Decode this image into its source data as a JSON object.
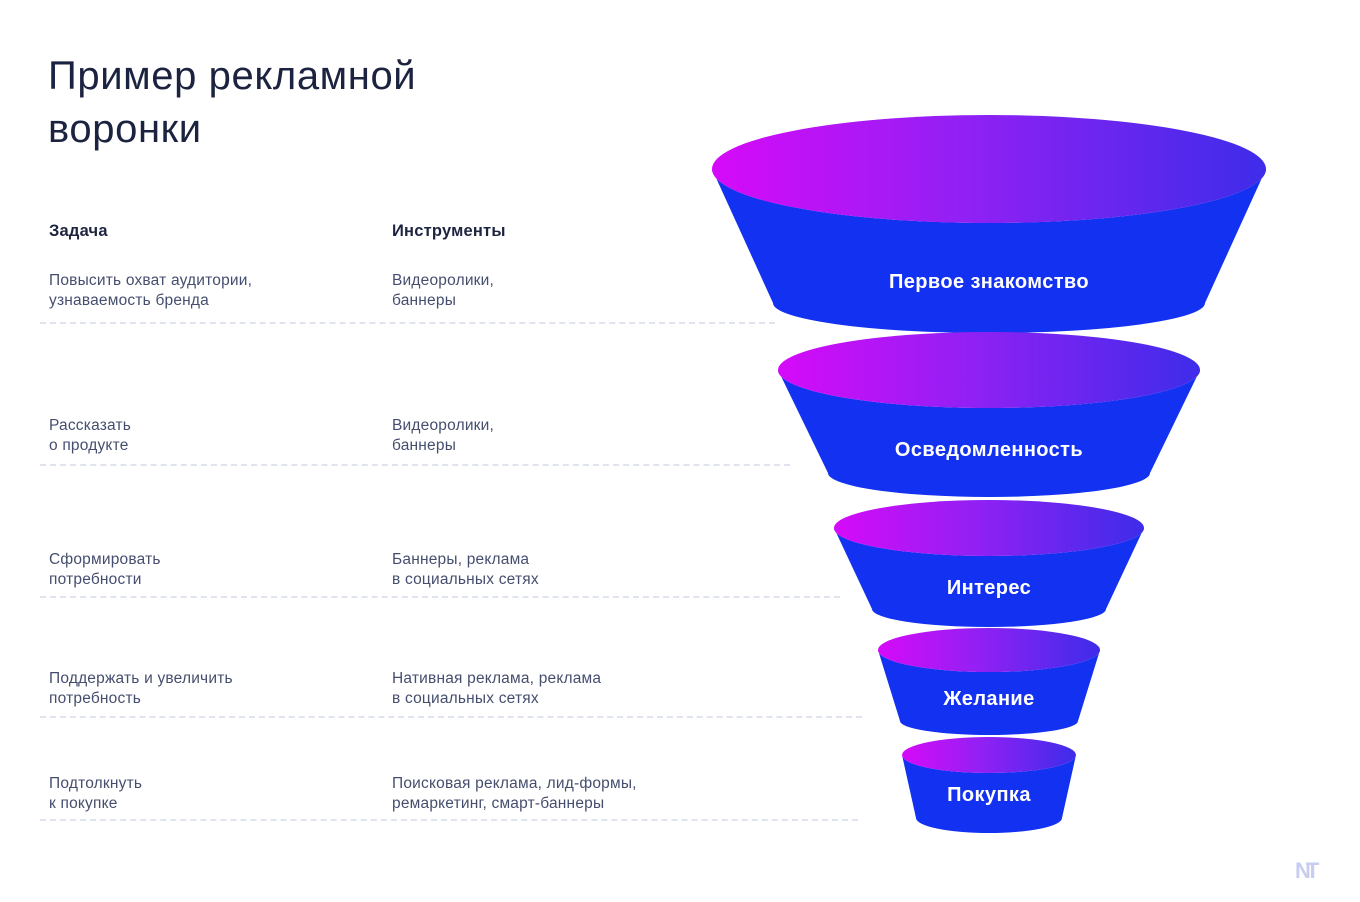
{
  "title": {
    "line1": "Пример рекламной",
    "line2": "воронки"
  },
  "table": {
    "task_header": "Задача",
    "tools_header": "Инструменты",
    "rows": [
      {
        "task": "Повысить охват аудитории,\nузнаваемость бренда",
        "tools": "Видеоролики,\nбаннеры"
      },
      {
        "task": "Рассказать\nо продукте",
        "tools": "Видеоролики,\nбаннеры"
      },
      {
        "task": "Сформировать\nпотребности",
        "tools": "Баннеры, реклама\nв социальных сетях"
      },
      {
        "task": "Поддержать и увеличить\nпотребность",
        "tools": "Нативная реклама, реклама\nв социальных сетях"
      },
      {
        "task": "Подтолкнуть\nк покупке",
        "tools": "Поисковая реклама, лид-формы,\nремаркетинг, смарт-баннеры"
      }
    ]
  },
  "funnel": {
    "stages": [
      {
        "label": "Первое знакомство"
      },
      {
        "label": "Осведомленность"
      },
      {
        "label": "Интерес"
      },
      {
        "label": "Желание"
      },
      {
        "label": "Покупка"
      }
    ],
    "colors": {
      "body": "#1331f0",
      "top_gradient_left": "#d60af8",
      "top_gradient_mid": "#9220f4",
      "top_gradient_right": "#3e2cea",
      "label_text": "#ffffff"
    }
  },
  "logo": {
    "text": "NT"
  },
  "colors": {
    "background": "#ffffff",
    "title_text": "#1c2340",
    "header_text": "#1d2440",
    "table_text": "#454e6e",
    "divider": "#dfe4ef",
    "logo": "#c7cdf0"
  }
}
